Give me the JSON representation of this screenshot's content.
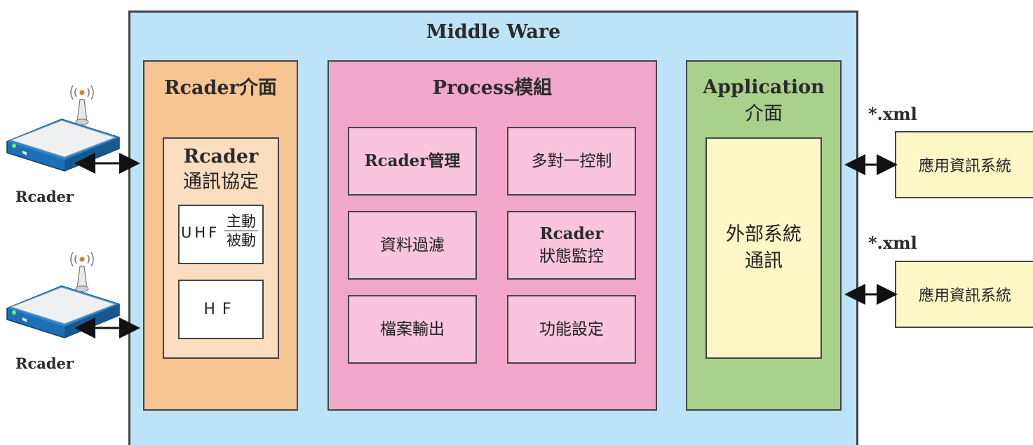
{
  "middleware": {
    "title": "Middle Ware"
  },
  "reader_interface": {
    "title": "Rcader介面",
    "protocol": {
      "title_line1": "Rcader",
      "title_line2": "通訊協定",
      "uhf": "UHF",
      "uhf_active": "主動",
      "uhf_passive": "被動",
      "hf": "HF"
    }
  },
  "process_module": {
    "title": "Process模組",
    "items": [
      {
        "label": "Rcader管理"
      },
      {
        "label": "多對一控制"
      },
      {
        "label": "資料過濾"
      },
      {
        "label_line1": "Rcader",
        "label_line2": "狀態監控"
      },
      {
        "label": "檔案輸出"
      },
      {
        "label": "功能設定"
      }
    ]
  },
  "application_interface": {
    "title_line1": "Application",
    "title_line2": "介面",
    "external_line1": "外部系統",
    "external_line2": "通訊"
  },
  "external_systems": [
    {
      "file": "*.xml",
      "label": "應用資訊系統"
    },
    {
      "file": "*.xml",
      "label": "應用資訊系統"
    }
  ],
  "readers": [
    {
      "label": "Rcader"
    },
    {
      "label": "Rcader"
    }
  ],
  "colors": {
    "middleware": "#bce3f8",
    "reader_interface": "#f7c592",
    "process_module": "#f1a7c9",
    "application_interface": "#a8d18c",
    "external_system": "#fbf7c6",
    "router_body": "#1e6fb4"
  },
  "icons": [
    "wifi-router-icon",
    "double-arrow-icon"
  ]
}
